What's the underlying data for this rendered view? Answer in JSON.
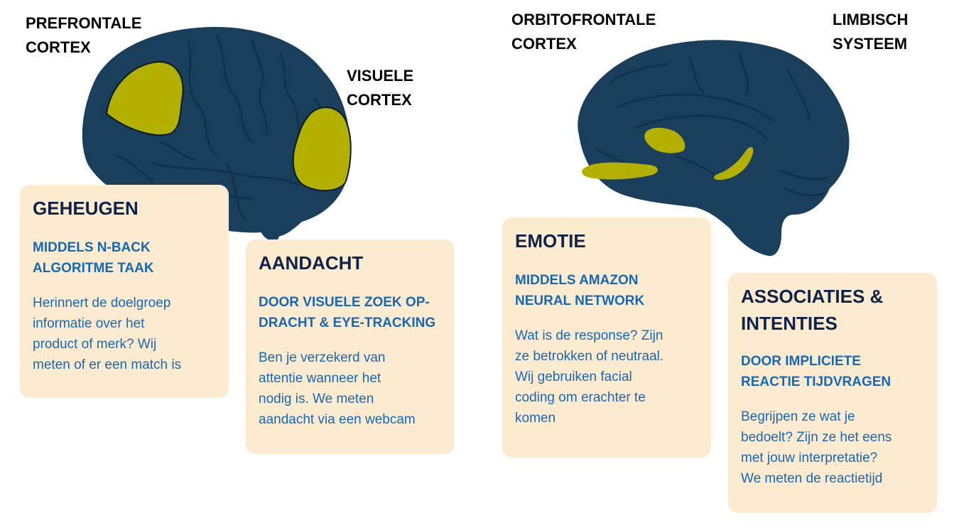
{
  "labels": {
    "prefrontale": "PREFRONTALE\nCORTEX",
    "visuele": "VISUELE\nCORTEX",
    "orbitofrontale": "ORBITOFRONTALE\nCORTEX",
    "limbisch": "LIMBISCH\nSYSTEEM"
  },
  "colors": {
    "brain": "#193f5c",
    "highlight": "#b3b000",
    "card_bg": "#fdebd0",
    "title": "#0f2348",
    "text": "#1768b4"
  },
  "cards": {
    "geheugen": {
      "title": "GEHEUGEN",
      "method": "MIDDELS N-BACK\nALGORITME TAAK",
      "description": "Herinnert de doelgroep\ninformatie over het\nproduct of merk? Wij\nmeten of er een match is"
    },
    "aandacht": {
      "title": "AANDACHT",
      "method": "DOOR VISUELE ZOEK OP-\nDRACHT & EYE-TRACKING",
      "description": "Ben je verzekerd van\nattentie wanneer het\nnodig is. We meten\naandacht via een webcam"
    },
    "emotie": {
      "title": "EMOTIE",
      "method": "MIDDELS AMAZON\nNEURAL NETWORK",
      "description": "Wat is de response? Zijn\nze betrokken of neutraal.\nWij gebruiken facial\ncoding om erachter te\nkomen"
    },
    "associaties": {
      "title": "ASSOCIATIES &\nINTENTIES",
      "method": "DOOR IMPLICIETE\nREACTIE TIJDVRAGEN",
      "description": "Begrijpen ze wat je\nbedoelt? Zijn ze het eens\nmet jouw interpretatie?\nWe meten de reactietijd"
    }
  }
}
